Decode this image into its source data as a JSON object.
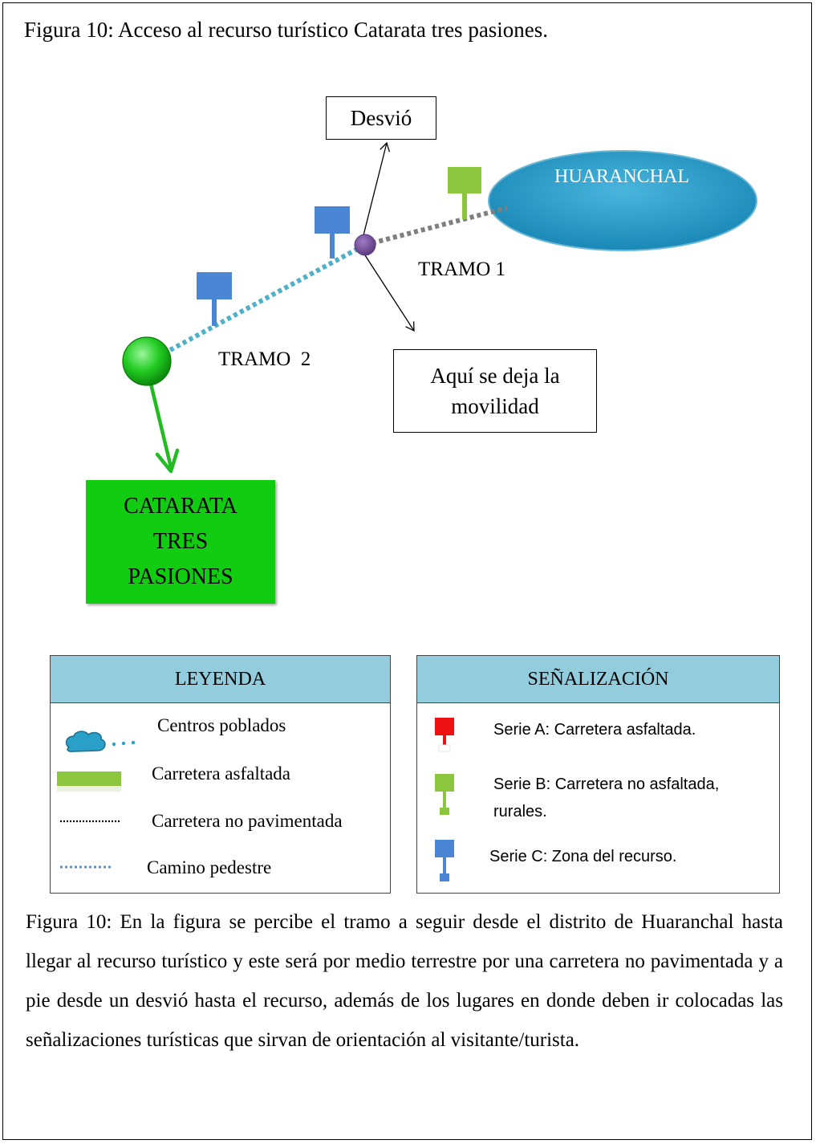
{
  "figure": {
    "title": "Figura 10: Acceso al recurso turístico Catarata tres pasiones.",
    "caption": "Figura 10: En la figura se percibe el tramo a seguir desde el distrito de Huaranchal hasta llegar al recurso turístico y este será por medio terrestre por una carretera no pavimentada y a pie desde un desvió hasta el recurso, además de los lugares en donde deben ir colocadas las señalizaciones turísticas que sirvan de orientación al visitante/turista."
  },
  "diagram": {
    "desvio_label": "Desvió",
    "huaranchal_label": "HUARANCHAL",
    "tramo1_label": "TRAMO 1",
    "tramo2_label": "TRAMO  2",
    "movilidad_line1": "Aquí se deja la",
    "movilidad_line2": "movilidad",
    "destination_lines": [
      "CATARATA",
      "TRES",
      "PASIONES"
    ],
    "colors": {
      "ellipse": "#1f9ac9",
      "destination": "#11cc11",
      "junction": "#7b4f9d",
      "sign_green": "#8cc63f",
      "sign_blue": "#4a86d4",
      "sign_red": "#ee1111",
      "dotted_gray": "#7f7f7f",
      "dotted_blue": "#4fb0c9",
      "legend_header": "#93cddd"
    }
  },
  "legend": {
    "title": "LEYENDA",
    "items": [
      {
        "label": "Centros poblados",
        "icon": "cloud-icon"
      },
      {
        "label": "Carretera asfaltada",
        "icon": "green-bar-icon"
      },
      {
        "label": "Carretera no pavimentada",
        "icon": "dotted-line-icon"
      },
      {
        "label": "Camino pedestre",
        "icon": "dashed-blue-line-icon"
      }
    ]
  },
  "signage": {
    "title": "SEÑALIZACIÓN",
    "items": [
      {
        "line1": "Serie A: Carretera asfaltada.",
        "line2": "",
        "icon": "red-sign-icon"
      },
      {
        "line1": "Serie B: Carretera no asfaltada,",
        "line2": "rurales.",
        "icon": "green-sign-icon"
      },
      {
        "line1": "Serie C: Zona del recurso.",
        "line2": "",
        "icon": "blue-sign-icon"
      }
    ]
  }
}
